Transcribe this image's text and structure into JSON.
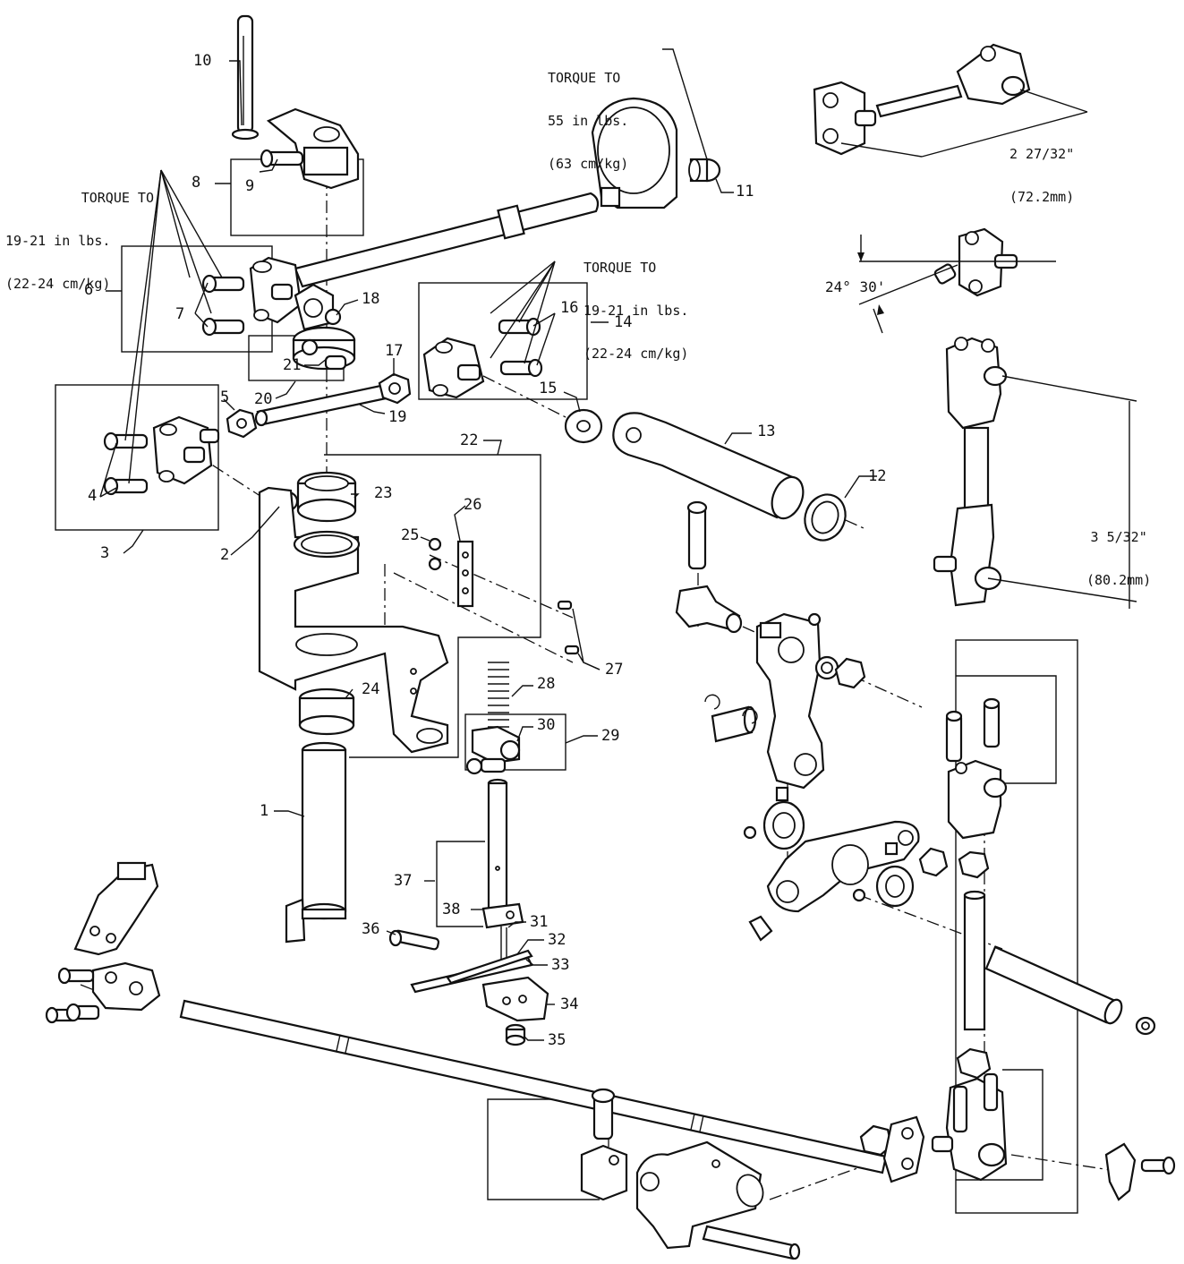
{
  "diagram": {
    "notes": {
      "torque_left": [
        "TORQUE TO",
        "19-21 in lbs.",
        "(22-24 cm/kg)"
      ],
      "torque_top": [
        "TORQUE TO",
        "55 in lbs.",
        "(63 cm/kg)"
      ],
      "torque_mid": [
        "TORQUE TO",
        "19-21 in lbs.",
        "(22-24 cm/kg)"
      ]
    },
    "dimensions": {
      "d1": [
        "2 27/32\"",
        "(72.2mm)"
      ],
      "angle": "24° 30'",
      "d2": [
        "3 5/32\"",
        "(80.2mm)"
      ]
    },
    "callouts": [
      "10",
      "8",
      "9",
      "11",
      "6",
      "7",
      "18",
      "21",
      "20",
      "17",
      "16",
      "14",
      "15",
      "19",
      "5",
      "4",
      "3",
      "2",
      "22",
      "23",
      "26",
      "25",
      "13",
      "12",
      "27",
      "28",
      "24",
      "30",
      "29",
      "1",
      "37",
      "38",
      "31",
      "32",
      "33",
      "36",
      "34",
      "35"
    ]
  }
}
